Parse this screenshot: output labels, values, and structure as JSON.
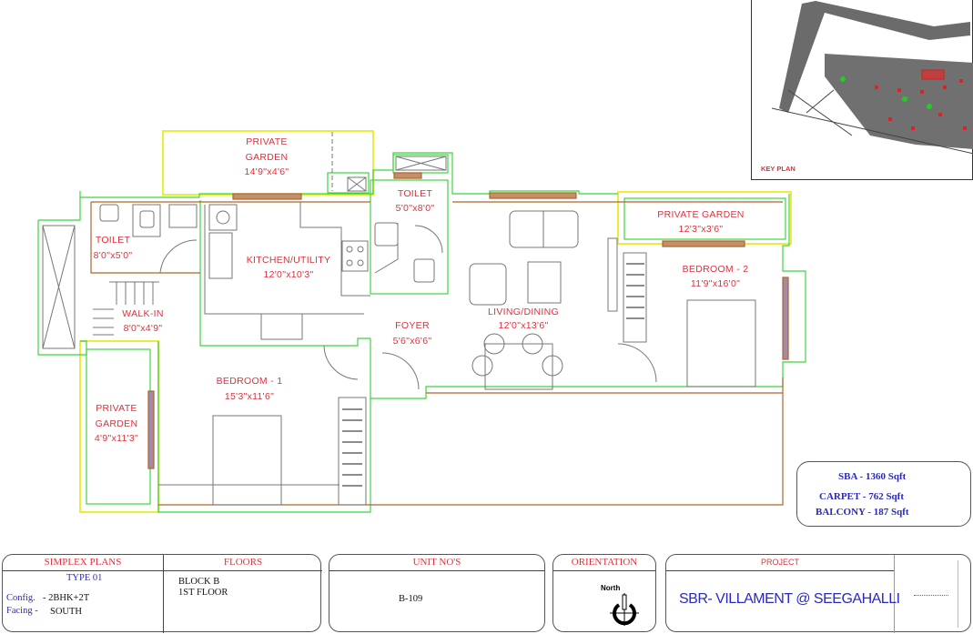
{
  "key_plan": {
    "label": "KEY PLAN"
  },
  "rooms": {
    "garden_top": {
      "name_line1": "PRIVATE",
      "name_line2": "GARDEN",
      "size": "14'9\"x4'6\""
    },
    "toilet_center": {
      "name": "TOILET",
      "size": "5'0\"x8'0\""
    },
    "toilet_left": {
      "name": "TOILET",
      "size": "8'0\"x5'0\""
    },
    "kitchen": {
      "name": "KITCHEN/UTILITY",
      "size": "12'0\"x10'3\""
    },
    "walk_in": {
      "name": "WALK-IN",
      "size": "8'0\"x4'9\""
    },
    "foyer": {
      "name": "FOYER",
      "size": "5'6\"x6'6\""
    },
    "living": {
      "name": "LIVING/DINING",
      "size": "12'0\"x13'6\""
    },
    "garden_right": {
      "name": "PRIVATE GARDEN",
      "size": "12'3\"x3'6\""
    },
    "bedroom2": {
      "name": "BEDROOM - 2",
      "size": "11'9\"x16'0\""
    },
    "bedroom1": {
      "name": "BEDROOM - 1",
      "size": "15'3\"x11'6\""
    },
    "garden_left": {
      "name_line1": "PRIVATE",
      "name_line2": "GARDEN",
      "size": "4'9\"x11'3\""
    }
  },
  "areas": {
    "sba": "SBA - 1360 Sqft",
    "carpet": "CARPET - 762 Sqft",
    "balcony": "BALCONY - 187 Sqft"
  },
  "title_block": {
    "plans": {
      "header": "SIMPLEX PLANS",
      "type": "TYPE 01",
      "config_label": "Config.",
      "config_value": "- 2BHK+2T",
      "facing_label": "Facing -",
      "facing_value": "SOUTH"
    },
    "floors": {
      "header": "FLOORS",
      "block": "BLOCK B",
      "floor": "1ST FLOOR"
    },
    "unit": {
      "header": "UNIT NO'S",
      "value": "B-109"
    },
    "orientation": {
      "header": "ORIENTATION",
      "north_label": "North"
    },
    "project": {
      "header": "PROJECT",
      "name": "SBR- VILLAMENT @ SEEGAHALLI"
    }
  },
  "colors": {
    "label_red": "#e0313a",
    "wall_green": "#3fd43f",
    "wall_brown": "#b0642c",
    "outline_yellow": "#ecec3a",
    "text_blue": "#2a2abf"
  }
}
